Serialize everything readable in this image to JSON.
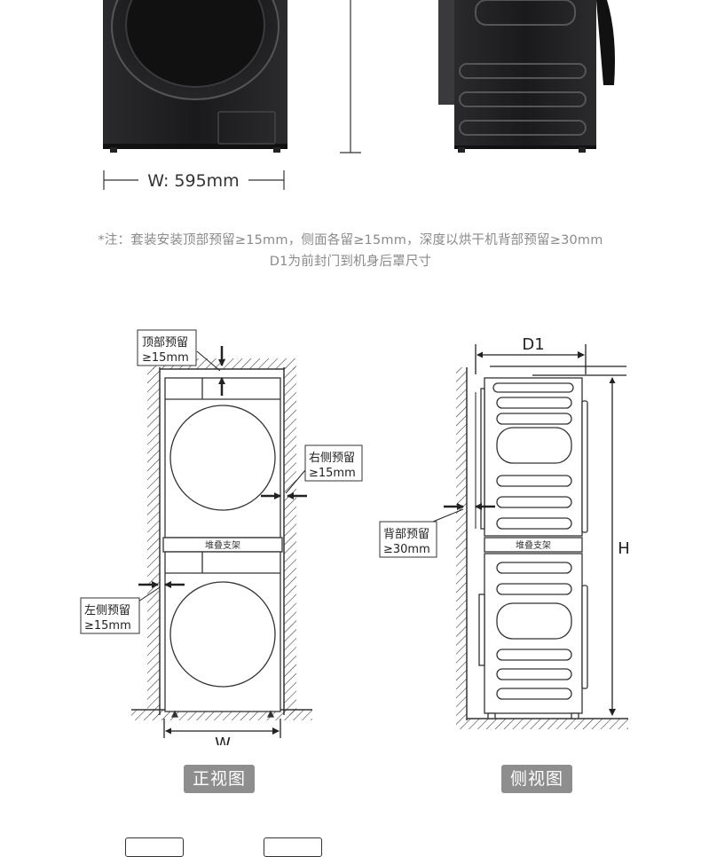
{
  "product": {
    "width_label": "W: 595mm"
  },
  "notes": {
    "line1": "*注：套装安装顶部预留≥15mm，侧面各留≥15mm，深度以烘干机背部预留≥30mm",
    "line2": "D1为前封门到机身后罩尺寸"
  },
  "front_view": {
    "title": "正视图",
    "top_clearance": [
      "顶部预留",
      "≥15mm"
    ],
    "right_clearance": [
      "右侧预留",
      "≥15mm"
    ],
    "left_clearance": [
      "左侧预留",
      "≥15mm"
    ],
    "stack_bracket": "堆叠支架",
    "width_dim": "W"
  },
  "side_view": {
    "title": "侧视图",
    "depth_dim": "D1",
    "height_dim": "H",
    "back_clearance": [
      "背部预留",
      "≥30mm"
    ],
    "stack_bracket": "堆叠支架"
  },
  "colors": {
    "appliance_body": "#1c1c1e",
    "line": "#333333",
    "badge": "#8e8e8e",
    "note_text": "#8a8a8a"
  }
}
